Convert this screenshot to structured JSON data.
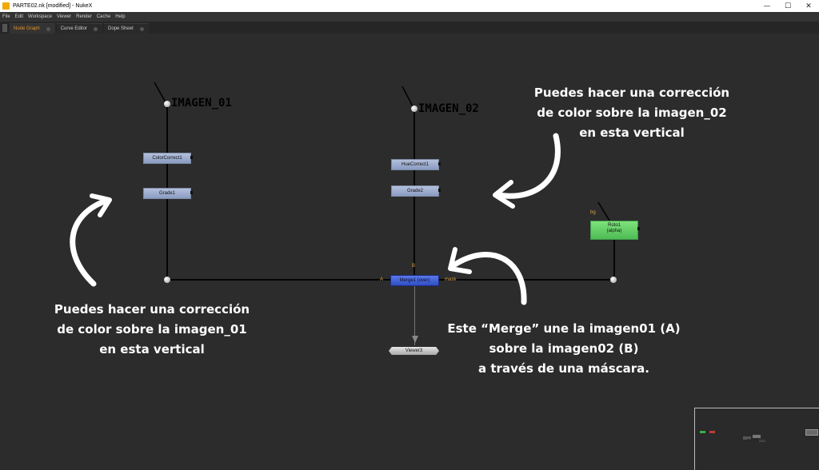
{
  "window": {
    "title": "PARTE02.nk [modified] - NukeX",
    "controls": {
      "minimize": "—",
      "maximize": "☐",
      "close": "✕"
    }
  },
  "menu": [
    "File",
    "Edit",
    "Workspace",
    "Viewer",
    "Render",
    "Cache",
    "Help"
  ],
  "tabs": [
    {
      "label": "Node Graph",
      "active": true
    },
    {
      "label": "Curve Editor",
      "active": false
    },
    {
      "label": "Dope Sheet",
      "active": false
    }
  ],
  "graph": {
    "read_labels": {
      "imagen01": "IMAGEN_01",
      "imagen02": "IMAGEN_02"
    },
    "nodes": {
      "colorcorrect1": "ColorCorrect1",
      "grade1": "Grade1",
      "huecorrect1": "HueCorrect1",
      "grade2": "Grade2",
      "roto1_line1": "Roto1",
      "roto1_line2": "(alpha)",
      "merge1": "Merge1 (over)",
      "viewer3": "Viewer3"
    },
    "input_labels": {
      "a": "A",
      "b": "B",
      "mask": "mask",
      "bg": "bg"
    },
    "colors": {
      "background": "#2c2c2c",
      "merge": "#3f5fd6",
      "roto": "#5fcc63",
      "filter_node": "#9aaad0",
      "tab_active": "#e2952f"
    }
  },
  "annotations": {
    "right_top": [
      "Puedes hacer una corrección",
      "de color sobre la imagen_02",
      "en esta vertical"
    ],
    "left_bottom": [
      "Puedes hacer una corrección",
      "de color sobre la imagen_01",
      "en esta vertical"
    ],
    "merge_note": [
      "Este “Merge” une la imagen01 (A)",
      "sobre la imagen02 (B)",
      "a través de una máscara."
    ]
  }
}
